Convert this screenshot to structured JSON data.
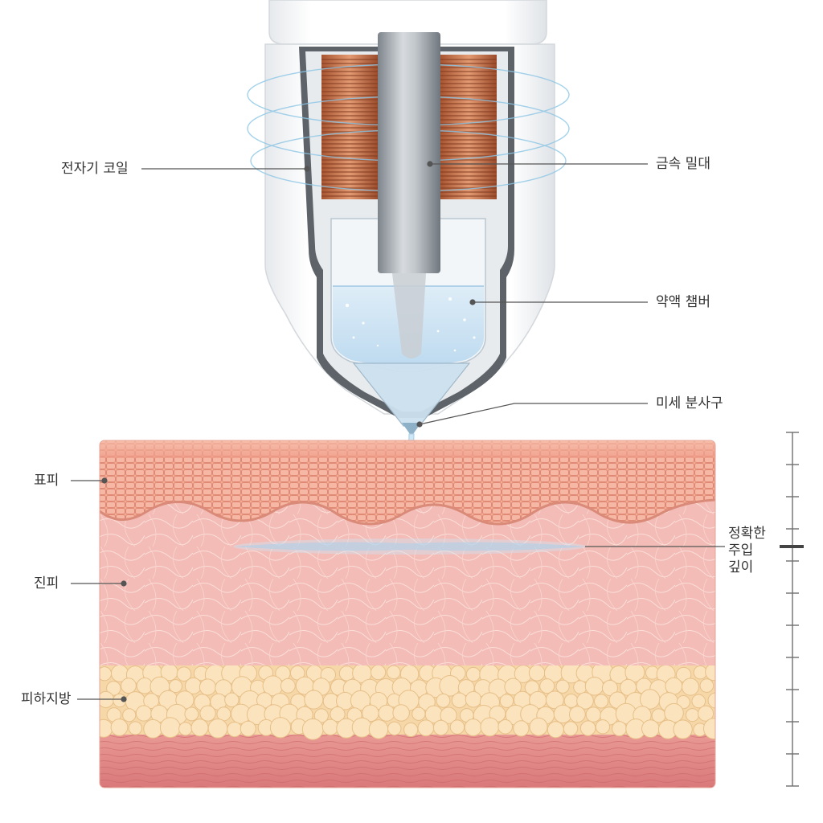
{
  "labels": {
    "coil": "전자기 코일",
    "rod": "금속 밀대",
    "chamber": "약액 챔버",
    "nozzle": "미세 분사구",
    "epidermis": "표피",
    "dermis": "진피",
    "subcutaneous": "피하지방",
    "depth_line1": "정확한",
    "depth_line2": "주입",
    "depth_line3": "깊이"
  },
  "colors": {
    "copper": "#c9714a",
    "epidermis": "#f2a58e",
    "dermis": "#f6c3bd",
    "fat": "#f9dcab",
    "muscle": "#e38b86",
    "liquid": "#cfe6f5",
    "metal": "#9aa0a6",
    "leader": "#555555"
  },
  "icons": {
    "device": "injector-device-icon",
    "skin": "skin-cross-section-icon",
    "scale": "depth-scale-icon"
  }
}
